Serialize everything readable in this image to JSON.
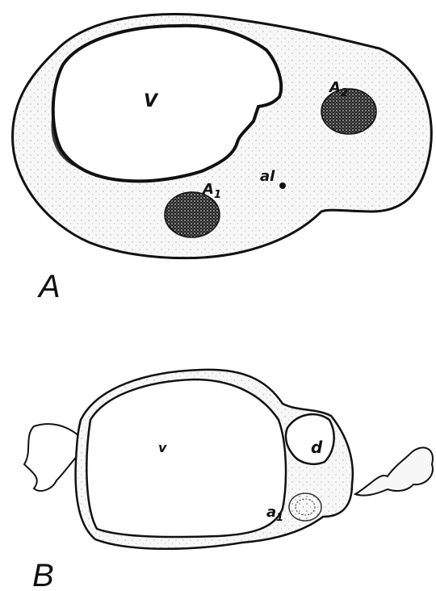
{
  "figure_a": {
    "panel_label": "A",
    "lumen_label": "V",
    "node1_label": "A",
    "node1_sub": "1",
    "node2_label": "A",
    "node2_sub": "2",
    "small_label": "al"
  },
  "figure_b": {
    "panel_label": "B",
    "lumen_label": "v",
    "duct_label": "d",
    "node_label": "a",
    "node_sub": "1"
  },
  "colors": {
    "ink": "#111111",
    "tissue": "#f7f7f7"
  }
}
